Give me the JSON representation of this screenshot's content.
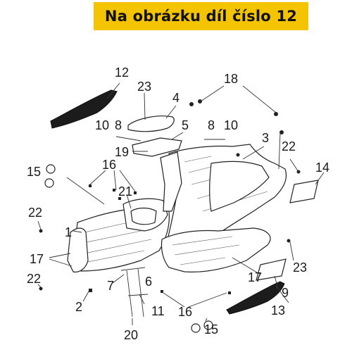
{
  "banner": {
    "text": "Na obrázku díl číslo 12",
    "color": "#f5c400"
  },
  "callouts": [
    {
      "id": "c12",
      "text": "12"
    },
    {
      "id": "c23a",
      "text": "23"
    },
    {
      "id": "c4",
      "text": "4"
    },
    {
      "id": "c18",
      "text": "18"
    },
    {
      "id": "c10a",
      "text": "10"
    },
    {
      "id": "c8a",
      "text": "8"
    },
    {
      "id": "c5",
      "text": "5"
    },
    {
      "id": "c8b",
      "text": "8"
    },
    {
      "id": "c10b",
      "text": "10"
    },
    {
      "id": "c3",
      "text": "3"
    },
    {
      "id": "c19",
      "text": "19"
    },
    {
      "id": "c22a",
      "text": "22"
    },
    {
      "id": "c15a",
      "text": "15"
    },
    {
      "id": "c16a",
      "text": "16"
    },
    {
      "id": "c14",
      "text": "14"
    },
    {
      "id": "c21",
      "text": "21"
    },
    {
      "id": "c22b",
      "text": "22"
    },
    {
      "id": "c1",
      "text": "1"
    },
    {
      "id": "c17a",
      "text": "17"
    },
    {
      "id": "c23b",
      "text": "23"
    },
    {
      "id": "c17b",
      "text": "17"
    },
    {
      "id": "c22c",
      "text": "22"
    },
    {
      "id": "c7",
      "text": "7"
    },
    {
      "id": "c6",
      "text": "6"
    },
    {
      "id": "c9",
      "text": "9"
    },
    {
      "id": "c2",
      "text": "2"
    },
    {
      "id": "c11",
      "text": "11"
    },
    {
      "id": "c16b",
      "text": "16"
    },
    {
      "id": "c13",
      "text": "13"
    },
    {
      "id": "c15b",
      "text": "15"
    },
    {
      "id": "c20",
      "text": "20"
    }
  ]
}
